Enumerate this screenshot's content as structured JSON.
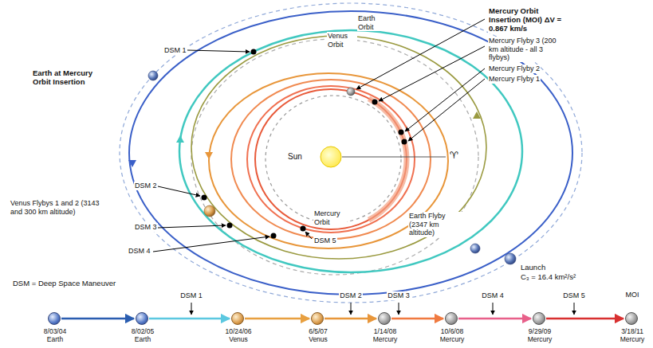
{
  "diagram": {
    "nodes": [
      {
        "text": [
          "8/03/04",
          "Earth"
        ]
      },
      {
        "text": [
          "8/02/05",
          "Earth"
        ]
      },
      {
        "text": [
          "10/24/06",
          "Venus"
        ]
      },
      {
        "text": [
          "6/5/07",
          "Venus"
        ]
      },
      {
        "text": [
          "1/14/08",
          "Mercury"
        ]
      },
      {
        "text": [
          "10/6/08",
          "Mercury"
        ]
      },
      {
        "text": [
          "9/29/09",
          "Mercury"
        ]
      },
      {
        "text": [
          "MOI",
          "3/18/11",
          "Mercury"
        ]
      }
    ],
    "edges": [
      {
        "from": 0,
        "to": 1,
        "arrow": "to"
      },
      {
        "from": 1,
        "to": 2,
        "arrow": "to"
      },
      {
        "from": 2,
        "to": 3,
        "arrow": "to"
      },
      {
        "from": 3,
        "to": 4,
        "arrow": "to"
      },
      {
        "from": 4,
        "to": 5,
        "arrow": "to"
      },
      {
        "from": 5,
        "to": 6,
        "arrow": "to"
      },
      {
        "from": 6,
        "to": 7,
        "arrow": "to"
      }
    ],
    "labels": [
      "Earth Orbit",
      "Venus Orbit",
      "Mercury Orbit Insertion (MOI) ΔV = 0.867 km/s",
      "Mercury Flyby 3 (200 km altitude - all 3 flybys)",
      "Mercury Flyby 2",
      "Mercury Flyby 1",
      "DSM 1",
      "Earth at Mercury Orbit Insertion",
      "Sun",
      "♈",
      "DSM 2",
      "Venus Flybys 1 and 2 (3143 and 300 km altitude)",
      "DSM 3",
      "DSM 4",
      "Mercury Orbit",
      "DSM 5",
      "Earth Flyby (2347 km altitude)",
      "Launch",
      "C₃ = 16.4 km²/s²",
      "DSM = Deep Space Maneuver",
      "DSM 1",
      "DSM 2",
      "DSM 3",
      "DSM 4",
      "DSM 5"
    ]
  }
}
